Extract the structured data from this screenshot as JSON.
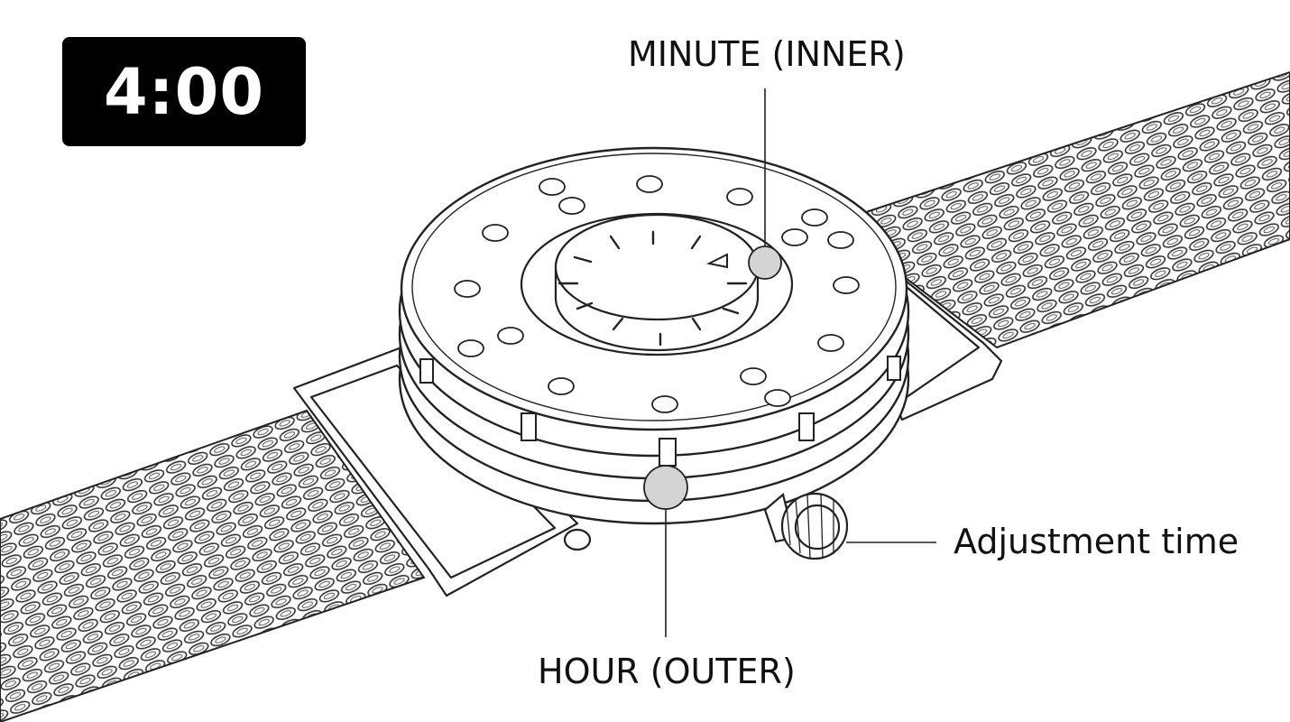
{
  "time_display": {
    "value": "4:00"
  },
  "callouts": {
    "minute": "MINUTE (INNER)",
    "hour": "HOUR (OUTER)",
    "adjust": "Adjustment time"
  },
  "colors": {
    "background": "#ffffff",
    "line": "#222222",
    "indicator_ball": "#d4d4d4",
    "badge": "#000000",
    "badge_text": "#ffffff"
  },
  "icons": {
    "watch": "braille-watch-illustration",
    "indicator": "ball-bearing-indicator",
    "crown": "crown-knob"
  }
}
